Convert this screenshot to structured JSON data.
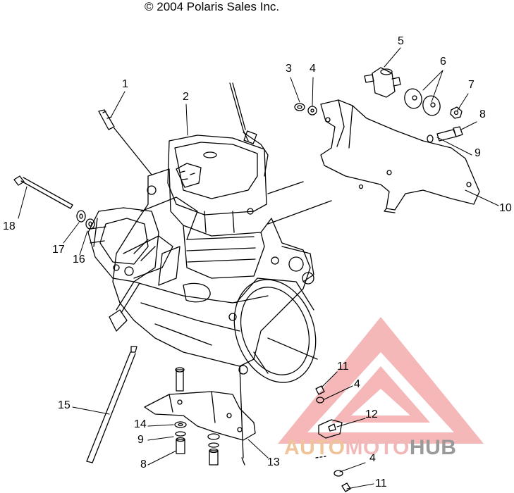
{
  "copyright": "© 2004 Polaris Sales Inc.",
  "callouts": [
    "1",
    "2",
    "3",
    "4",
    "5",
    "6",
    "7",
    "8",
    "9",
    "10",
    "18",
    "17",
    "16",
    "11",
    "4",
    "12",
    "15",
    "14",
    "9",
    "8",
    "13",
    "4",
    "11"
  ],
  "watermark": {
    "part1": "AUTO",
    "part2": "MOTO",
    "part3": "HUB",
    "colors": {
      "triangle": "#e88f8f",
      "auto": "#f0c49a",
      "moto": "#f0b8b8",
      "hub": "#9a9a9a"
    }
  }
}
